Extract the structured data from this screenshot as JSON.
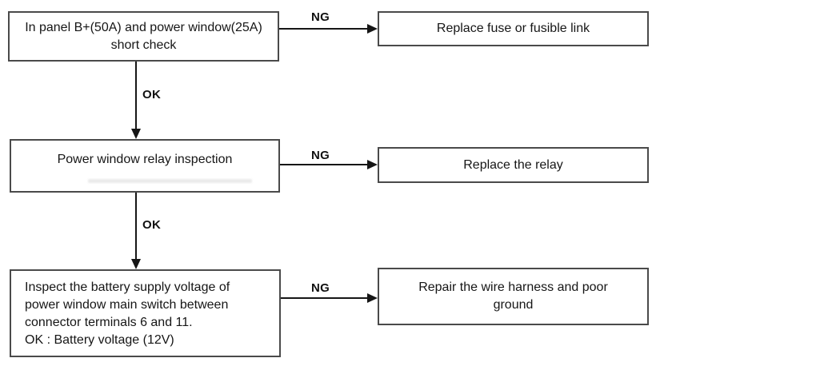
{
  "labels": {
    "ng": "NG",
    "ok": "OK"
  },
  "colors": {
    "box_border": "#4a4a4a",
    "line": "#161616",
    "text": "#161616",
    "background": "#ffffff"
  },
  "flowchart": {
    "step1": {
      "lines": [
        "In panel B+(50A) and power window(25A)",
        "short check"
      ]
    },
    "result1": {
      "lines": [
        "Replace fuse or fusible link"
      ]
    },
    "step2": {
      "lines": [
        "Power window relay inspection"
      ]
    },
    "result2": {
      "lines": [
        "Replace the relay"
      ]
    },
    "step3": {
      "lines": [
        "Inspect the battery supply voltage of",
        "power window main switch between",
        "connector terminals 6 and 11.",
        "OK : Battery voltage (12V)"
      ]
    },
    "result3": {
      "lines": [
        "Repair the wire harness and poor",
        "ground"
      ]
    }
  }
}
